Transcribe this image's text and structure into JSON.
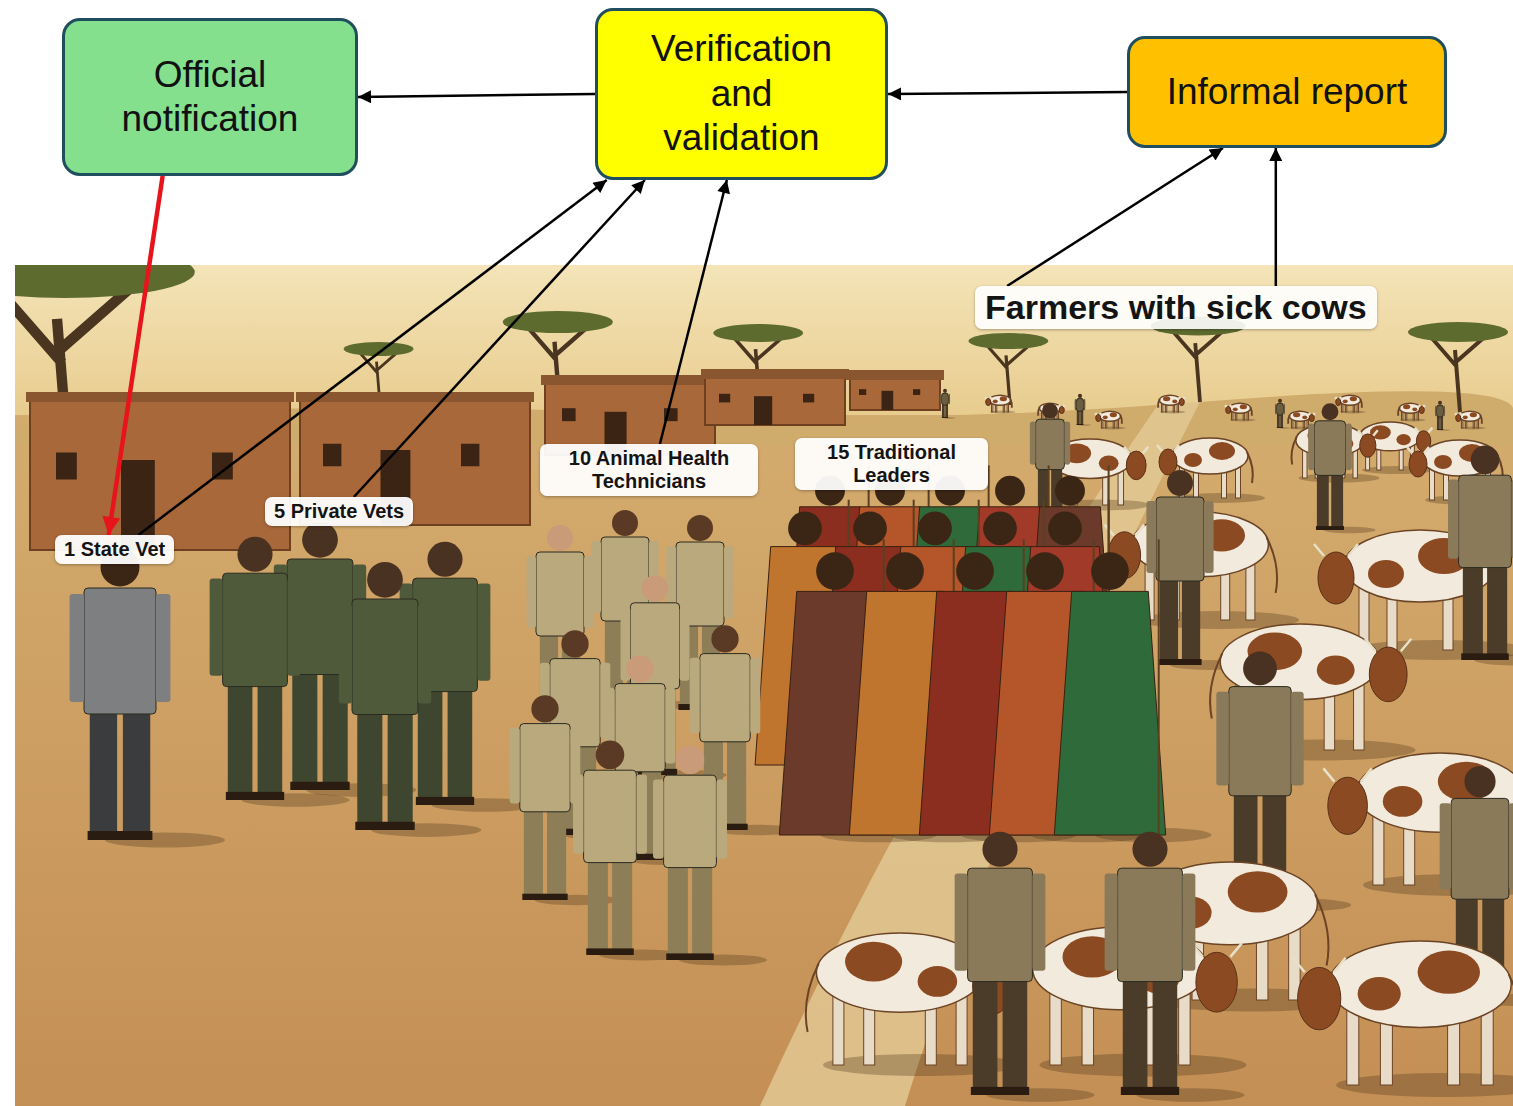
{
  "diagram": {
    "nodes": [
      {
        "text": [
          "Official notification"
        ]
      },
      {
        "text": [
          "Verification and validation"
        ]
      },
      {
        "text": [
          "Informal report"
        ]
      },
      {
        "text": [
          "1 State Vet"
        ]
      },
      {
        "text": [
          "5 Private Vets"
        ]
      },
      {
        "text": [
          "10 Animal Health Technicians"
        ]
      },
      {
        "text": [
          "15 Traditional Leaders"
        ]
      },
      {
        "text": [
          "Farmers with sick cows"
        ]
      }
    ],
    "edges": [
      {
        "from": 1,
        "to": 0,
        "arrow": "to"
      },
      {
        "from": 2,
        "to": 1,
        "arrow": "to"
      },
      {
        "from": 3,
        "to": 1,
        "arrow": "to"
      },
      {
        "from": 4,
        "to": 1,
        "arrow": "to"
      },
      {
        "from": 5,
        "to": 1,
        "arrow": "to"
      },
      {
        "from": 7,
        "to": 2,
        "arrow": "to"
      },
      {
        "from": 7,
        "to": 2,
        "arrow": "to"
      },
      {
        "from": 0,
        "to": 3,
        "arrow": "to"
      }
    ]
  }
}
